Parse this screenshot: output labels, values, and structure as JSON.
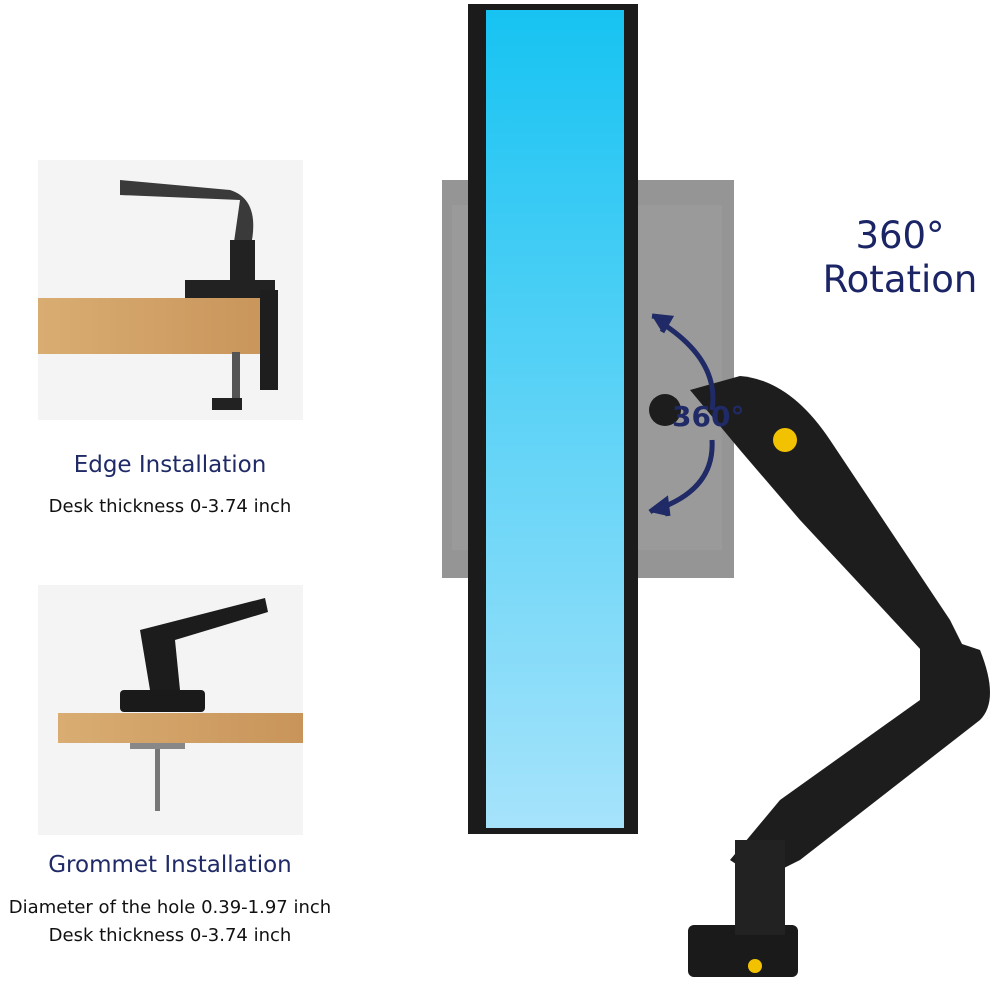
{
  "headline": {
    "line1": "360°",
    "line2": "Rotation"
  },
  "rotation_badge": "360°",
  "edge": {
    "title": "Edge Installation",
    "detail": "Desk thickness 0-3.74 inch"
  },
  "grommet": {
    "title": "Grommet Installation",
    "detail1": "Diameter of the hole 0.39-1.97 inch",
    "detail2": "Desk thickness 0-3.74 inch"
  },
  "colors": {
    "text_navy": "#1f2a66",
    "screen_top": "#17c3f2",
    "screen_bottom": "#a6e3fb",
    "wood": "#d7a86a"
  }
}
